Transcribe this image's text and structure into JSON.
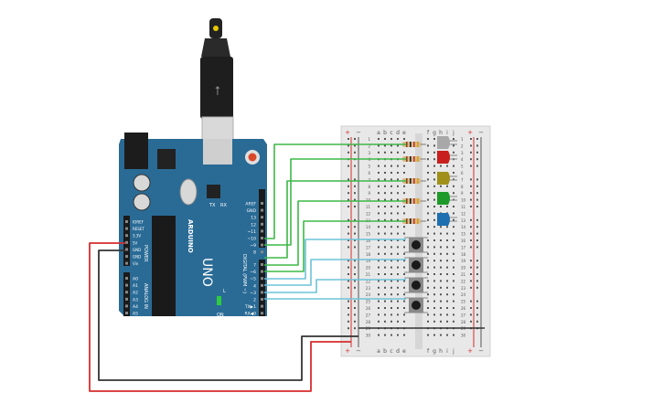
{
  "board": {
    "brand": "ARDUINO",
    "model": "UNO",
    "header_left_top": [
      "IOREF",
      "RESET",
      "3.3V",
      "5V",
      "GND",
      "GND",
      "Vin"
    ],
    "header_left_bottom": [
      "A0",
      "A1",
      "A2",
      "A3",
      "A4",
      "A5"
    ],
    "header_right_top": [
      "AREF",
      "GND",
      "13",
      "12",
      "~11",
      "~10",
      "~9",
      "8"
    ],
    "header_right_bottom": [
      "7",
      "~6",
      "~5",
      "4",
      "~3",
      "2",
      "TX▶1",
      "RX◀0"
    ],
    "power_label": "POWER",
    "analog_label": "ANALOG IN",
    "digital_label": "DIGITAL (PWM ~)",
    "tx_label": "TX",
    "rx_label": "RX",
    "l_label": "L",
    "on_label": "ON"
  },
  "breadboard": {
    "cols_left": [
      "a",
      "b",
      "c",
      "d",
      "e"
    ],
    "cols_right": [
      "f",
      "g",
      "h",
      "i",
      "j"
    ],
    "rows": [
      "1",
      "2",
      "3",
      "4",
      "5",
      "6",
      "7",
      "8",
      "9",
      "10",
      "11",
      "12",
      "13",
      "14",
      "15",
      "16",
      "17",
      "18",
      "19",
      "20",
      "21",
      "22",
      "23",
      "24",
      "25",
      "26",
      "27",
      "28",
      "29",
      "30"
    ],
    "plus": "+",
    "minus": "−"
  },
  "leds": [
    {
      "color": "#a8a8a8"
    },
    {
      "color": "#c81e1e"
    },
    {
      "color": "#a0901a"
    },
    {
      "color": "#1e9a2a"
    },
    {
      "color": "#1d6fb0"
    }
  ],
  "colors": {
    "board": "#2a6b96",
    "wire_green": "#3db847",
    "wire_cyan": "#6cc3d9",
    "wire_red": "#d62d2d",
    "wire_black": "#333333"
  }
}
